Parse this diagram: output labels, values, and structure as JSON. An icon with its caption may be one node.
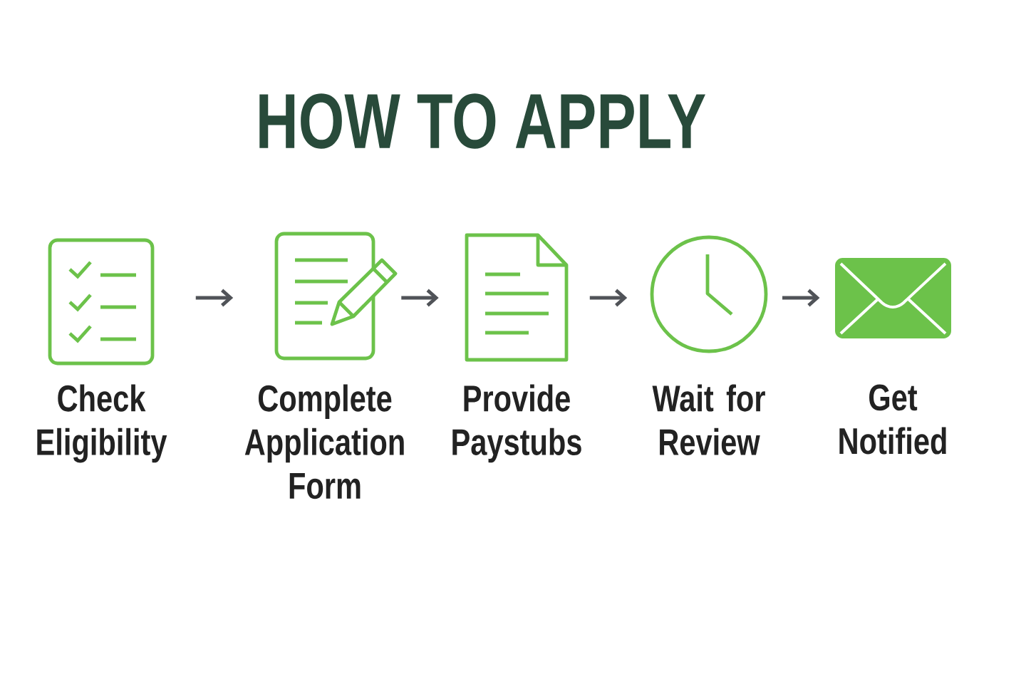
{
  "diagram": {
    "title": "HOW TO APPLY",
    "nodes": [
      {
        "text": [
          "Check Eligibility"
        ]
      },
      {
        "text": [
          "Complete Application Form"
        ]
      },
      {
        "text": [
          "Provide Paystubs"
        ]
      },
      {
        "text": [
          "Wait for Review"
        ]
      },
      {
        "text": [
          "Get Notified"
        ]
      }
    ],
    "edges": [
      {
        "from": 0,
        "to": 1,
        "arrow": "to"
      },
      {
        "from": 1,
        "to": 2,
        "arrow": "to"
      },
      {
        "from": 2,
        "to": 3,
        "arrow": "to"
      },
      {
        "from": 3,
        "to": 4,
        "arrow": "to"
      }
    ]
  }
}
